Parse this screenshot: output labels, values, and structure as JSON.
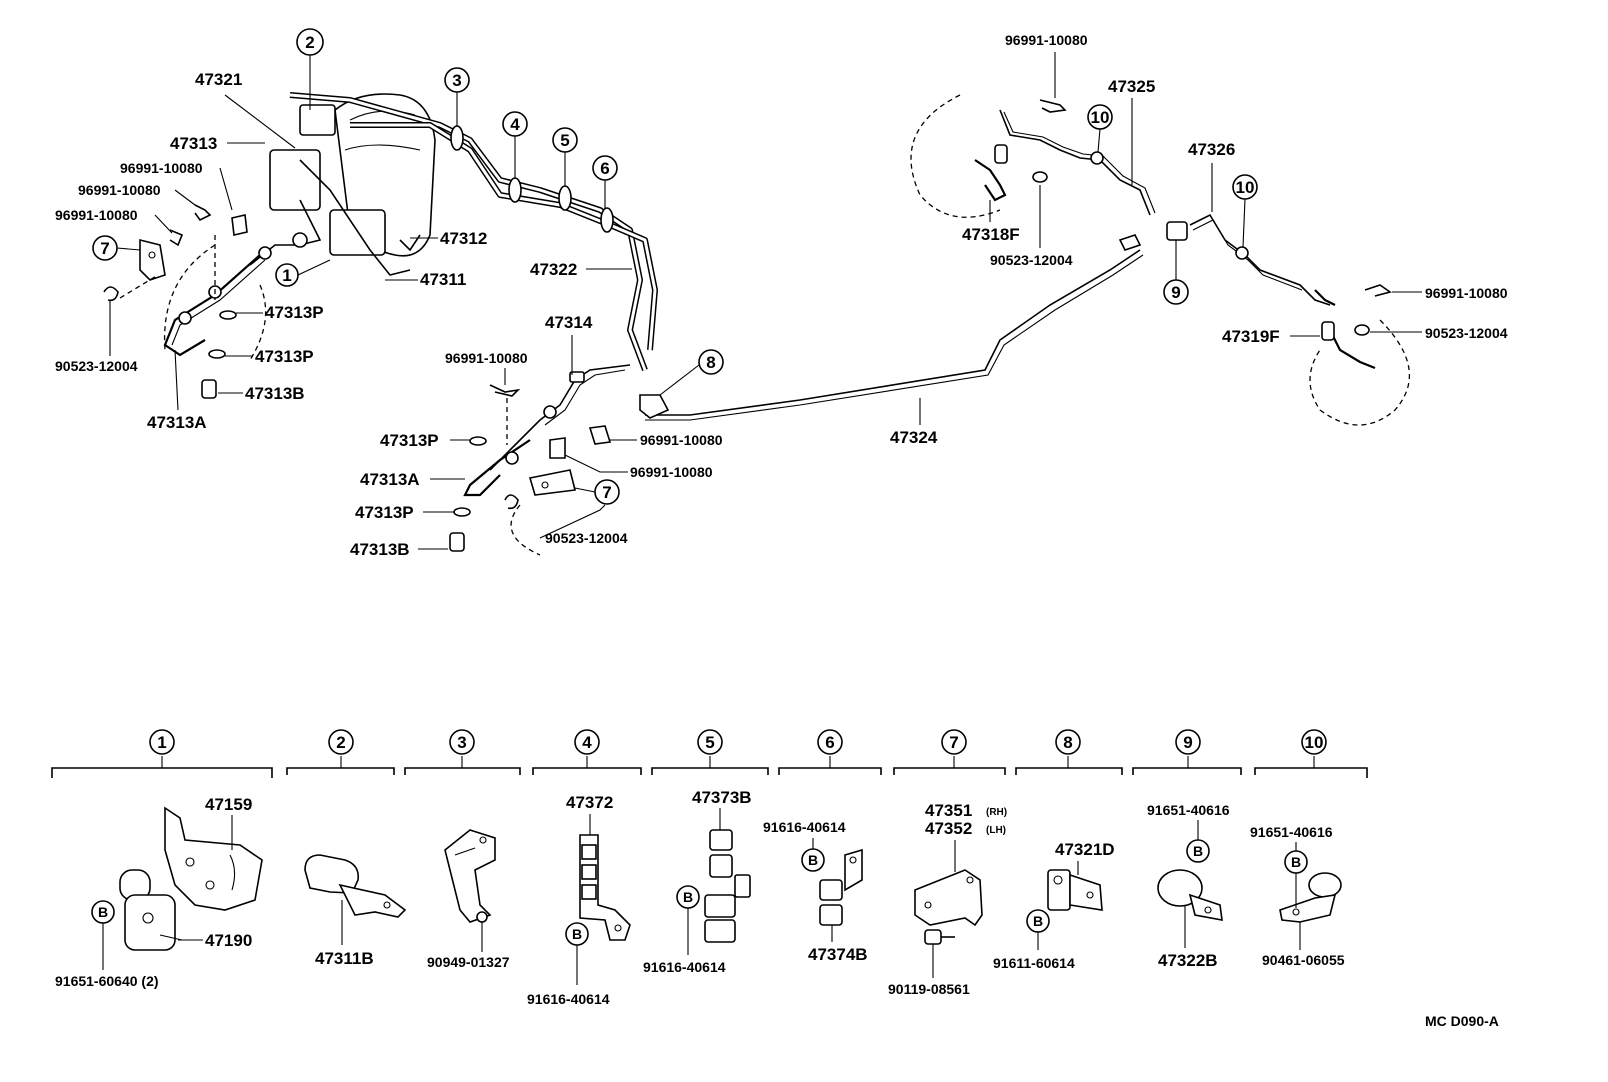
{
  "labels": {
    "p47321": "47321",
    "p47313": "47313",
    "p96991_a": "96991-10080",
    "p96991_b": "96991-10080",
    "p96991_c": "96991-10080",
    "p47312": "47312",
    "p47311": "47311",
    "p47313P_a": "47313P",
    "p47313P_b": "47313P",
    "p90523_a": "90523-12004",
    "p47313B_a": "47313B",
    "p47313A_a": "47313A",
    "p47322": "47322",
    "p47314": "47314",
    "p96991_d": "96991-10080",
    "p47313P_c": "47313P",
    "p96991_e": "96991-10080",
    "p96991_f": "96991-10080",
    "p47313A_b": "47313A",
    "p47313P_d": "47313P",
    "p90523_b": "90523-12004",
    "p47313B_b": "47313B",
    "p47324": "47324",
    "p96991_g": "96991-10080",
    "p47325": "47325",
    "p47318F": "47318F",
    "p90523_c": "90523-12004",
    "p47326": "47326",
    "p96991_h": "96991-10080",
    "p47319F": "47319F",
    "p90523_d": "90523-12004"
  },
  "callouts": {
    "c1": "1",
    "c2": "2",
    "c3": "3",
    "c4": "4",
    "c5": "5",
    "c6": "6",
    "c7a": "7",
    "c7b": "7",
    "c8": "8",
    "c9": "9",
    "c10a": "10",
    "c10b": "10"
  },
  "groups": [
    {
      "num": "1",
      "parts": [
        "47159",
        "47190",
        "91651-60640 (2)"
      ]
    },
    {
      "num": "2",
      "parts": [
        "47311B"
      ]
    },
    {
      "num": "3",
      "parts": [
        "90949-01327"
      ]
    },
    {
      "num": "4",
      "parts": [
        "47372",
        "91616-40614"
      ]
    },
    {
      "num": "5",
      "parts": [
        "47373B",
        "91616-40614"
      ]
    },
    {
      "num": "6",
      "parts": [
        "91616-40614",
        "47374B"
      ]
    },
    {
      "num": "7",
      "parts": [
        "47351",
        "(RH)",
        "47352",
        "(LH)",
        "90119-08561"
      ]
    },
    {
      "num": "8",
      "parts": [
        "47321D",
        "91611-60614"
      ]
    },
    {
      "num": "9",
      "parts": [
        "91651-40616",
        "47322B"
      ]
    },
    {
      "num": "10",
      "parts": [
        "91651-40616",
        "90461-06055"
      ]
    }
  ],
  "bolt_marker": "B",
  "footer_code": "MC  D090-A"
}
